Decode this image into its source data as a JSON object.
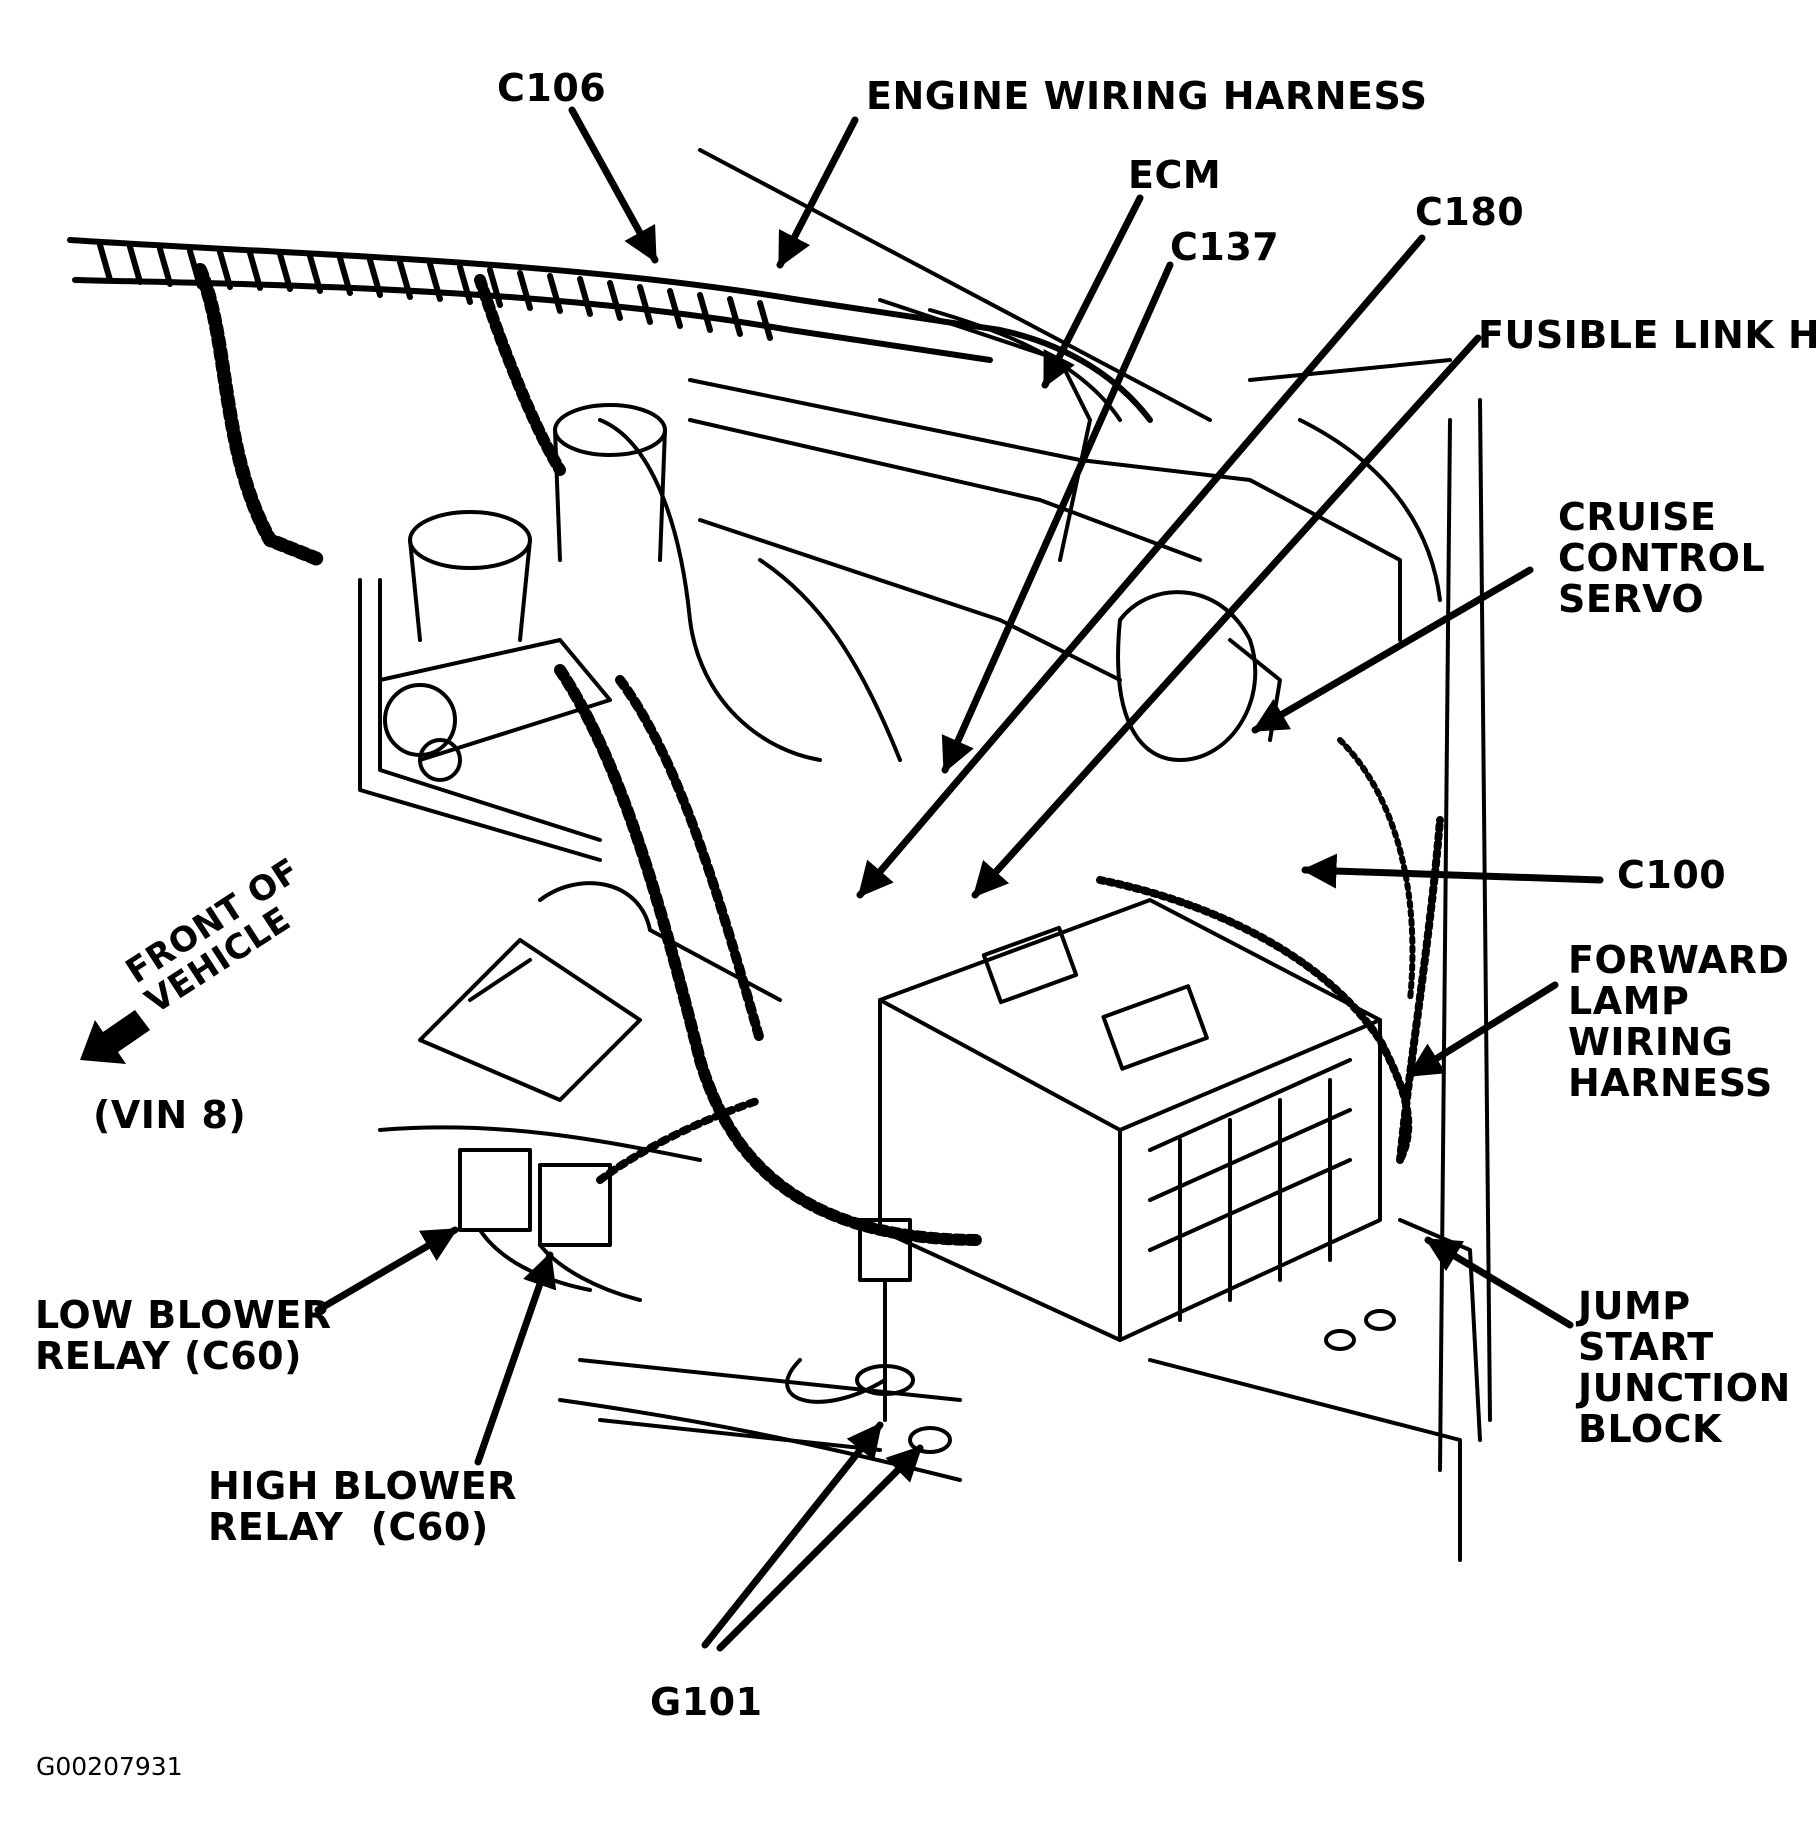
{
  "labels": {
    "c106": "C106",
    "engine_harness": "ENGINE WIRING HARNESS",
    "ecm": "ECM",
    "c137": "C137",
    "c180": "C180",
    "fusible_link": "FUSIBLE LINK H",
    "cruise_servo": "CRUISE\nCONTROL\nSERVO",
    "c100": "C100",
    "forward_lamp": "FORWARD\nLAMP\nWIRING\nHARNESS",
    "front_vehicle": "FRONT OF\nVEHICLE",
    "vin": "(VIN 8)",
    "low_blower": "LOW BLOWER\nRELAY (C60)",
    "high_blower": "HIGH BLOWER\nRELAY  (C60)",
    "jump_start": "JUMP\nSTART\nJUNCTION\nBLOCK",
    "g101": "G101"
  },
  "figure_id": "G00207931"
}
